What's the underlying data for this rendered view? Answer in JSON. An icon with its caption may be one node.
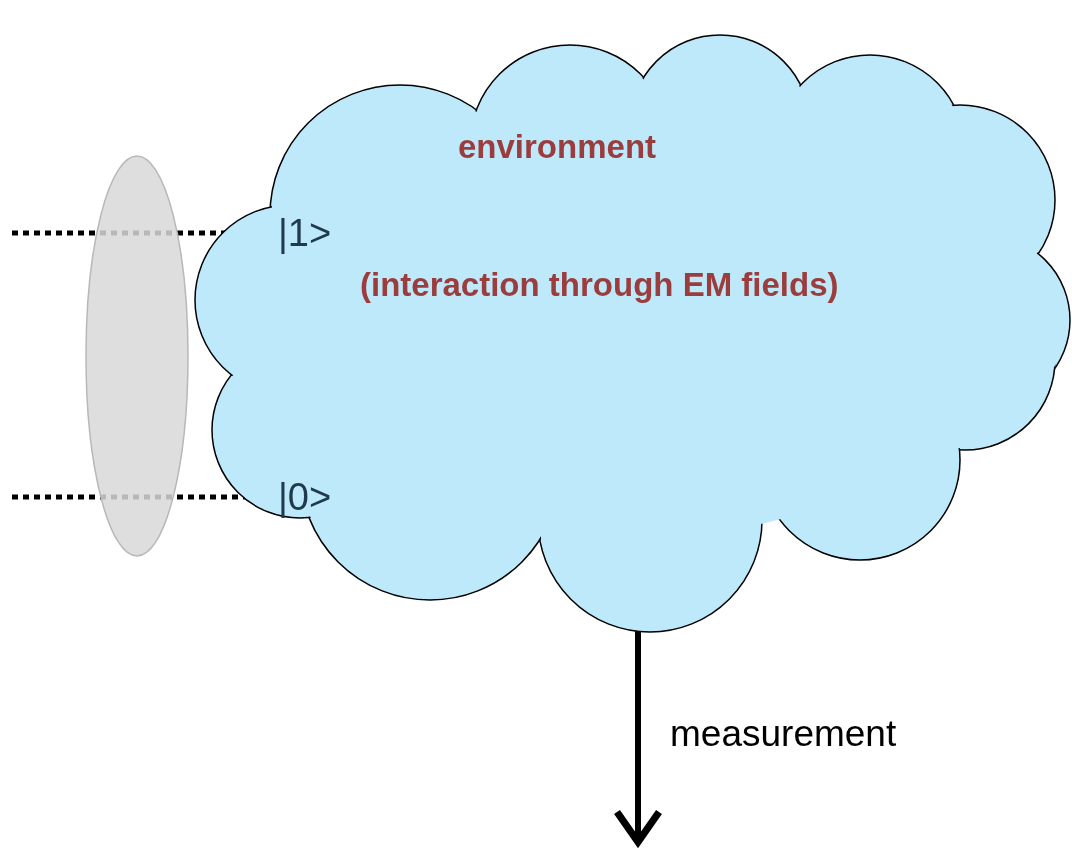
{
  "diagram": {
    "nodes": [
      {
        "text": [
          "environment",
          "(interaction through EM fields)"
        ]
      },
      {
        "text": [],
        "shape": "ellipse"
      },
      {
        "text": [
          "|1>"
        ]
      },
      {
        "text": [
          "|0>"
        ]
      }
    ],
    "edges": [
      {
        "from": null,
        "to": 2,
        "arrow": "none",
        "style": "dashed"
      },
      {
        "from": null,
        "to": 3,
        "arrow": "none",
        "style": "dashed"
      },
      {
        "from": 0,
        "to": null,
        "arrow": "to",
        "label": "measurement"
      }
    ]
  }
}
